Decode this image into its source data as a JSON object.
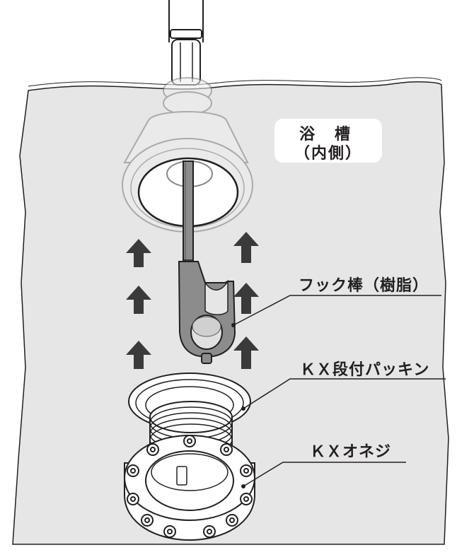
{
  "labels": {
    "tub_line1": "浴 槽",
    "tub_line2": "（内側）",
    "hook_rod": "フック棒（樹脂）",
    "step_packing": "ＫＸ段付パッキン",
    "screw_nut": "ＫＸオネジ"
  },
  "colors": {
    "tub_fill": "#e6e6e6",
    "outline": "#231f20",
    "arrow": "#3a3a3a",
    "part_fill": "#ffffff",
    "faded_part": "#eeeeee",
    "rod_fill": "#8c8c8c"
  },
  "icons": {
    "arrow": "up-arrow-icon"
  }
}
